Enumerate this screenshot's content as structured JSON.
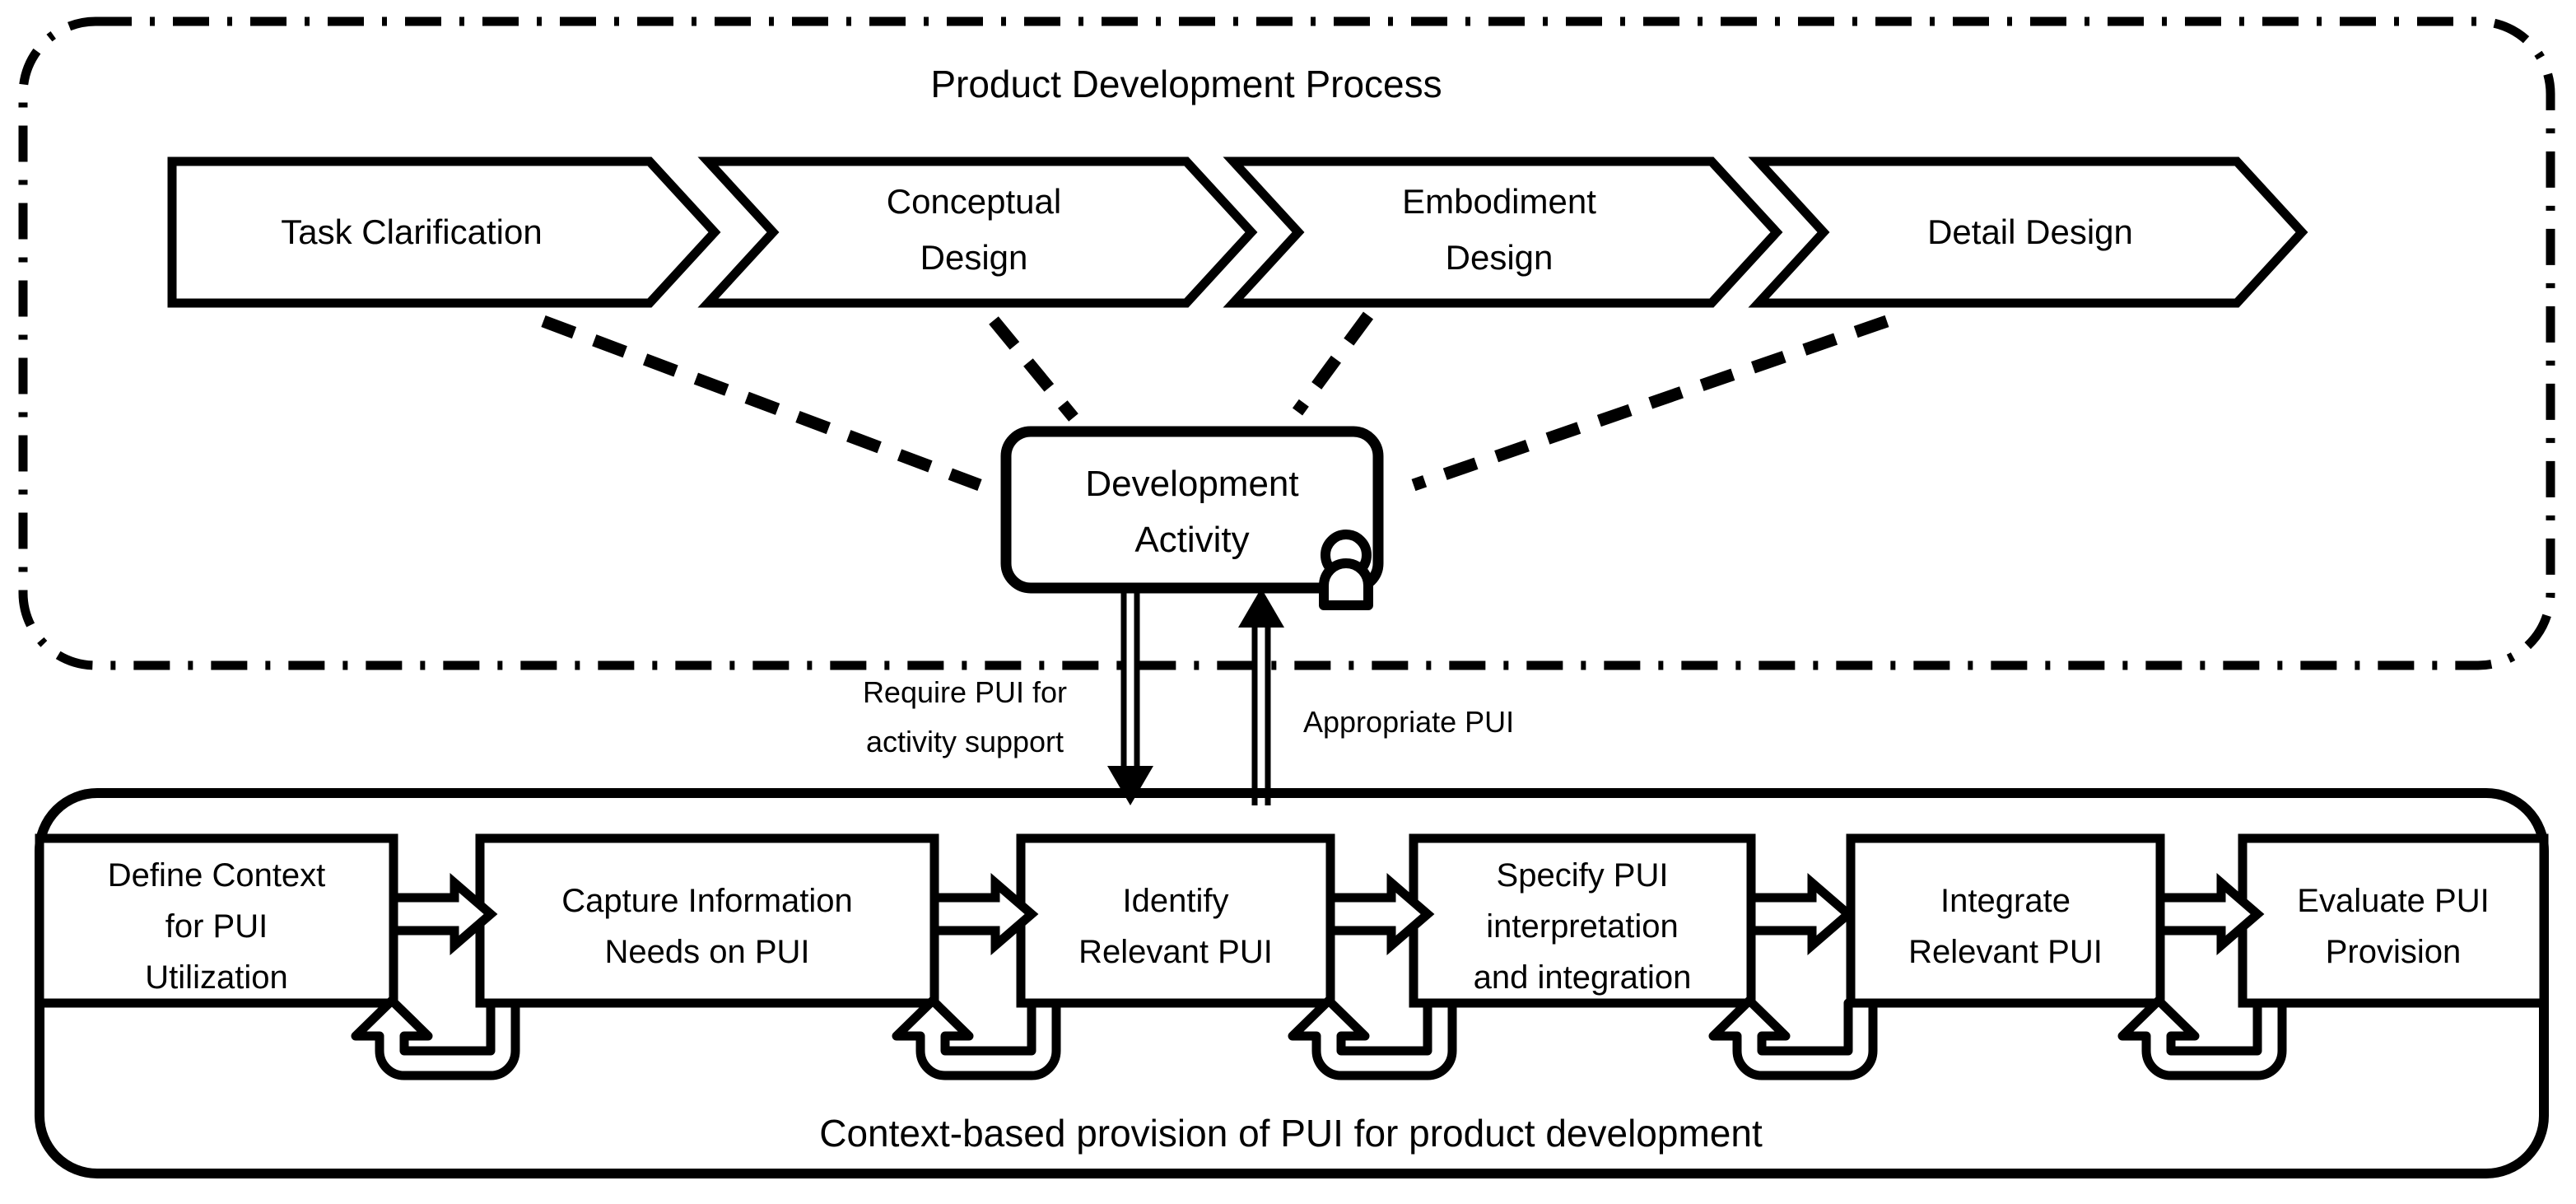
{
  "diagram": {
    "top_container": {
      "title": "Product Development Process",
      "border_style": "dash-dot",
      "color": "#000000"
    },
    "bottom_container": {
      "caption": "Context-based provision of PUI for product development",
      "border_style": "solid-rounded",
      "color": "#000000"
    },
    "process_stages": [
      {
        "label": "Task Clarification",
        "line1": "Task Clarification",
        "line2": ""
      },
      {
        "label": "Conceptual Design",
        "line1": "Conceptual",
        "line2": "Design"
      },
      {
        "label": "Embodiment Design",
        "line1": "Embodiment",
        "line2": "Design"
      },
      {
        "label": "Detail Design",
        "line1": "Detail Design",
        "line2": ""
      }
    ],
    "activity_node": {
      "line1": "Development",
      "line2": "Activity",
      "icon": "person-icon"
    },
    "flow_labels": {
      "down": {
        "line1": "Require PUI for",
        "line2": "activity support"
      },
      "up": {
        "line1": "Appropriate PUI",
        "line2": ""
      }
    },
    "pui_steps": [
      {
        "line1": "Define Context",
        "line2": "for PUI",
        "line3": "Utilization"
      },
      {
        "line1": "Capture Information",
        "line2": "Needs on PUI",
        "line3": ""
      },
      {
        "line1": "Identify",
        "line2": "Relevant PUI",
        "line3": ""
      },
      {
        "line1": "Specify PUI",
        "line2": "interpretation",
        "line3": "and integration"
      },
      {
        "line1": "Integrate",
        "line2": "Relevant PUI",
        "line3": ""
      },
      {
        "line1": "Evaluate PUI",
        "line2": "Provision",
        "line3": ""
      }
    ]
  }
}
